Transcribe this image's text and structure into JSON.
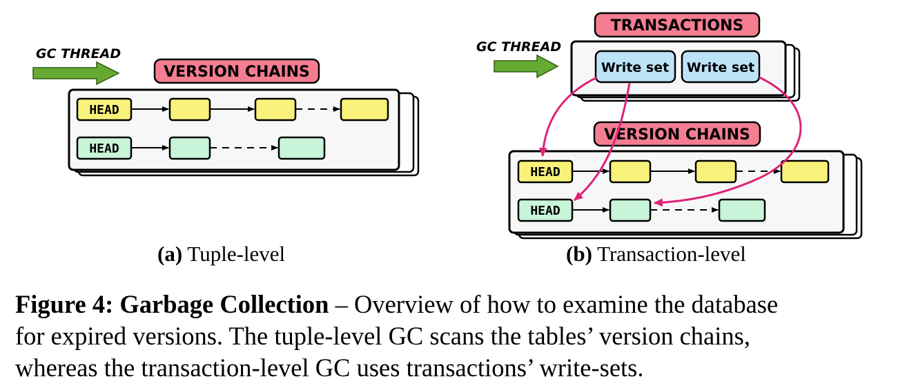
{
  "panel_a": {
    "gc_thread_label": "GC THREAD",
    "version_chains_label": "VERSION CHAINS",
    "head_label": "HEAD",
    "caption_tag": "(a)",
    "caption_text": "Tuple-level"
  },
  "panel_b": {
    "gc_thread_label": "GC THREAD",
    "transactions_label": "TRANSACTIONS",
    "write_set_label": "Write set",
    "version_chains_label": "VERSION CHAINS",
    "head_label": "HEAD",
    "caption_tag": "(b)",
    "caption_text": "Transaction-level"
  },
  "figure_caption": {
    "label": "Figure 4: Garbage Collection",
    "line1_text": " – Overview of how to examine the database",
    "line2": "for expired versions. The tuple-level GC scans the tables’ version chains,",
    "line3": "whereas the transaction-level GC uses transactions’ write-sets."
  },
  "colors": {
    "label_pink": "#F47D92",
    "yellow_node": "#F9F27A",
    "green_node": "#C8F4DA",
    "blue_node": "#BDE3F7",
    "arrow_green": "#66AA33",
    "pointer_magenta": "#DD2277"
  }
}
